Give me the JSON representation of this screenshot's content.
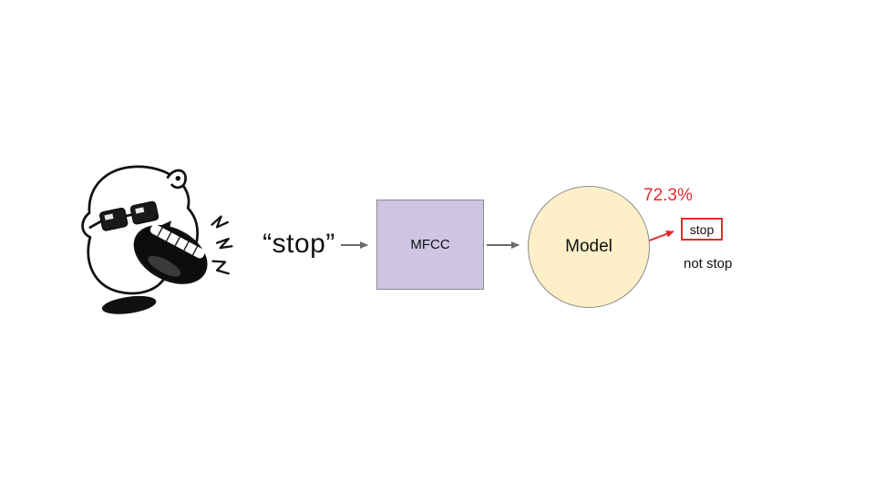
{
  "diagram": {
    "input_label": "“stop”",
    "mfcc_label": "MFCC",
    "model_label": "Model",
    "probability_label": "72.3%",
    "predicted_label": "stop",
    "alternative_label": "not stop"
  },
  "icons": {
    "shouting_head": "shouting-head-illustration"
  },
  "colors": {
    "background": "#ffffff",
    "text": "#111111",
    "arrow": "#6b6b6b",
    "accent_red": "#e02b2b",
    "mfcc_fill": "#cdc5e1",
    "mfcc_border": "#8a8796",
    "model_fill": "#fdefc8",
    "model_border": "#8c8c8c"
  }
}
